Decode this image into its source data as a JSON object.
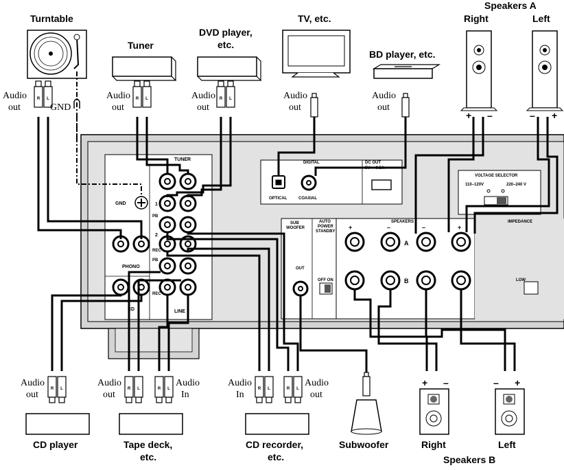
{
  "devices": {
    "turntable": {
      "title": "Turntable",
      "out_label_1": "Audio",
      "out_label_2": "out",
      "gnd_label": "GND"
    },
    "tuner": {
      "title": "Tuner",
      "out_label_1": "Audio",
      "out_label_2": "out"
    },
    "dvd": {
      "title_1": "DVD player,",
      "title_2": "etc.",
      "out_label_1": "Audio",
      "out_label_2": "out"
    },
    "tv": {
      "title": "TV, etc.",
      "out_label_1": "Audio",
      "out_label_2": "out"
    },
    "bd": {
      "title": "BD player, etc.",
      "out_label_1": "Audio",
      "out_label_2": "out"
    },
    "speakers_a": {
      "title": "Speakers A",
      "right": "Right",
      "left": "Left"
    },
    "cd_player": {
      "title": "CD player",
      "out_label_1": "Audio",
      "out_label_2": "out"
    },
    "tape_deck": {
      "title_1": "Tape deck,",
      "title_2": "etc.",
      "out_label_1": "Audio",
      "out_label_2": "out",
      "in_label_1": "Audio",
      "in_label_2": "In"
    },
    "cd_recorder": {
      "title_1": "CD recorder,",
      "title_2": "etc.",
      "in_label_1": "Audio",
      "in_label_2": "In",
      "out_label_1": "Audio",
      "out_label_2": "out"
    },
    "subwoofer": {
      "title": "Subwoofer"
    },
    "speakers_b": {
      "title": "Speakers B",
      "right": "Right",
      "left": "Left"
    }
  },
  "panel": {
    "tuner": "TUNER",
    "gnd": "GND",
    "phono": "PHONO",
    "cd": "CD",
    "line": "LINE",
    "line_1": "1",
    "line_2": "2",
    "pb": "PB",
    "rec": "REC",
    "digital": "DIGITAL",
    "optical": "OPTICAL",
    "coaxial": "COAXIAL",
    "dc_out": "DC OUT",
    "dc_out_spec": "5V ⎓ 0.5A",
    "voltage_selector": "VOLTAGE SELECTOR",
    "voltage_low": "110–120V",
    "voltage_high": "220–240 V",
    "sub_woofer_1": "SUB",
    "sub_woofer_2": "WOOFER",
    "auto_standby_1": "AUTO",
    "auto_standby_2": "POWER",
    "auto_standby_3": "STANDBY",
    "out": "OUT",
    "off_on": "OFF ON",
    "speakers": "SPEAKERS",
    "impedance": "IMPEDANCE",
    "low": "LOW",
    "a": "A",
    "b": "B",
    "plus": "+",
    "minus": "–"
  },
  "plug_letters": {
    "r": "R",
    "l": "L"
  }
}
